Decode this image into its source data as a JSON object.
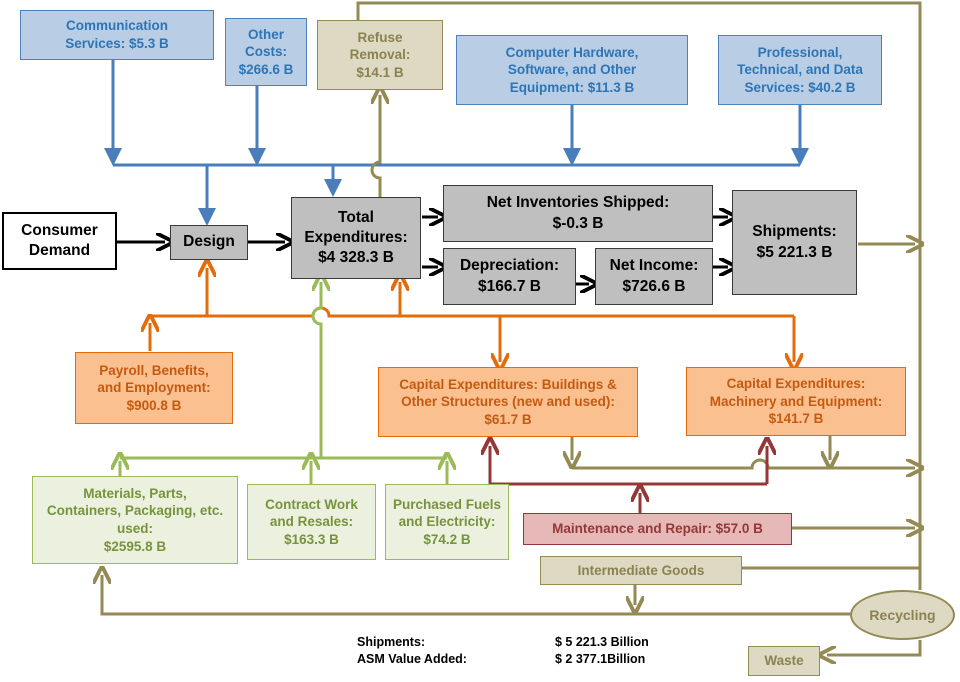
{
  "boxes": {
    "communication": "Communication\nServices: $5.3 B",
    "other_costs": "Other\nCosts:\n$266.6 B",
    "refuse": "Refuse\nRemoval:\n$14.1 B",
    "computer": "Computer Hardware,\nSoftware, and Other\nEquipment:  $11.3 B",
    "professional": "Professional,\nTechnical, and Data\nServices: $40.2 B",
    "consumer": "Consumer\nDemand",
    "design": "Design",
    "total": "Total\nExpenditures:\n$4 328.3 B",
    "net_inventories": "Net Inventories Shipped:\n$-0.3 B",
    "depreciation": "Depreciation:\n$166.7 B",
    "net_income": "Net Income:\n$726.6 B",
    "shipments": "Shipments:\n$5 221.3 B",
    "payroll": "Payroll, Benefits,\nand Employment:\n$900.8 B",
    "capex_buildings": "Capital Expenditures: Buildings &\nOther Structures (new and used):\n$61.7 B",
    "capex_machinery": "Capital Expenditures:\nMachinery and Equipment:\n$141.7 B",
    "materials": "Materials, Parts,\nContainers, Packaging, etc.\nused:\n$2595.8 B",
    "contract": "Contract Work\nand Resales:\n$163.3 B",
    "fuels": "Purchased Fuels\nand Electricity:\n$74.2 B",
    "maintenance": "Maintenance and Repair: $57.0 B",
    "intermediate": "Intermediate Goods",
    "recycling": "Recycling",
    "waste": "Waste"
  },
  "summary": {
    "shipments_label": "Shipments:",
    "shipments_value": "$ 5 221.3 Billion",
    "value_added_label": "ASM Value Added:",
    "value_added_value": "$ 2 377.1Billion"
  },
  "colors": {
    "blue": "#4a7ebb",
    "tan": "#948a54",
    "black": "#000000",
    "orange": "#e46c0a",
    "green": "#9bbb59",
    "red": "#953735"
  }
}
